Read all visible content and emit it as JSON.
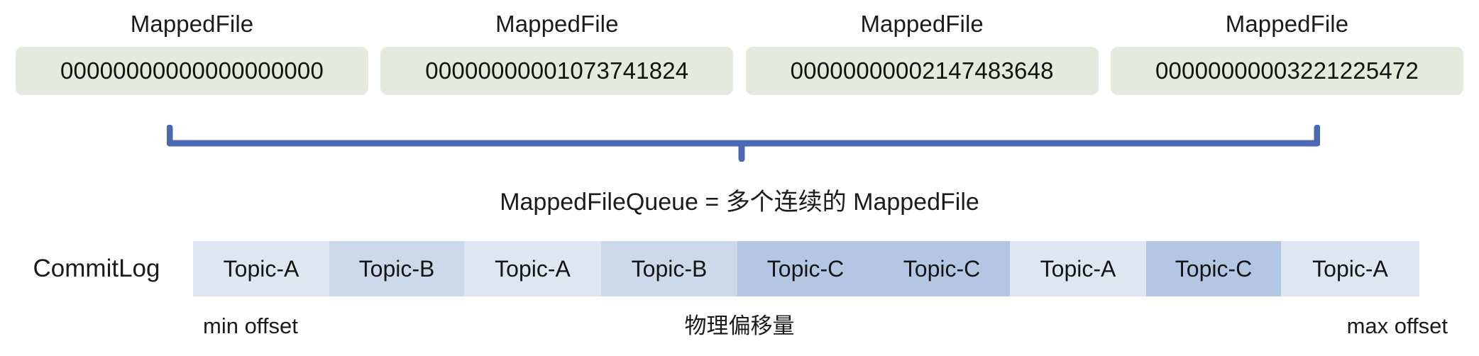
{
  "colors": {
    "mapped_box_bg": "#e4eade",
    "brace_stroke": "#4a68b4",
    "topic_a": "#dfe6f1",
    "topic_b": "#ccd9ea",
    "topic_c": "#b3c6e2",
    "text": "#1b1b1b",
    "canvas": "#ffffff"
  },
  "mapped_files": [
    {
      "title": "MappedFile",
      "filename": "00000000000000000000"
    },
    {
      "title": "MappedFile",
      "filename": "00000000001073741824"
    },
    {
      "title": "MappedFile",
      "filename": "00000000002147483648"
    },
    {
      "title": "MappedFile",
      "filename": "00000000003221225472"
    }
  ],
  "brace": {
    "name": "mapped-file-queue-brace",
    "stroke": "#4a68b4",
    "stroke_width": 9
  },
  "queue_caption": "MappedFileQueue = 多个连续的 MappedFile",
  "commitlog": {
    "label": "CommitLog",
    "segments": [
      {
        "label": "Topic-A",
        "topic": "A",
        "width": 192
      },
      {
        "label": "Topic-B",
        "topic": "B",
        "width": 190
      },
      {
        "label": "Topic-A",
        "topic": "A",
        "width": 193
      },
      {
        "label": "Topic-B",
        "topic": "B",
        "width": 192
      },
      {
        "label": "Topic-C",
        "topic": "C",
        "width": 192
      },
      {
        "label": "Topic-C",
        "topic": "C",
        "width": 192
      },
      {
        "label": "Topic-A",
        "topic": "A",
        "width": 192
      },
      {
        "label": "Topic-C",
        "topic": "C",
        "width": 190
      },
      {
        "label": "Topic-A",
        "topic": "A",
        "width": 195
      }
    ]
  },
  "offsets": {
    "min": "min offset",
    "middle": "物理偏移量",
    "max": "max offset"
  }
}
